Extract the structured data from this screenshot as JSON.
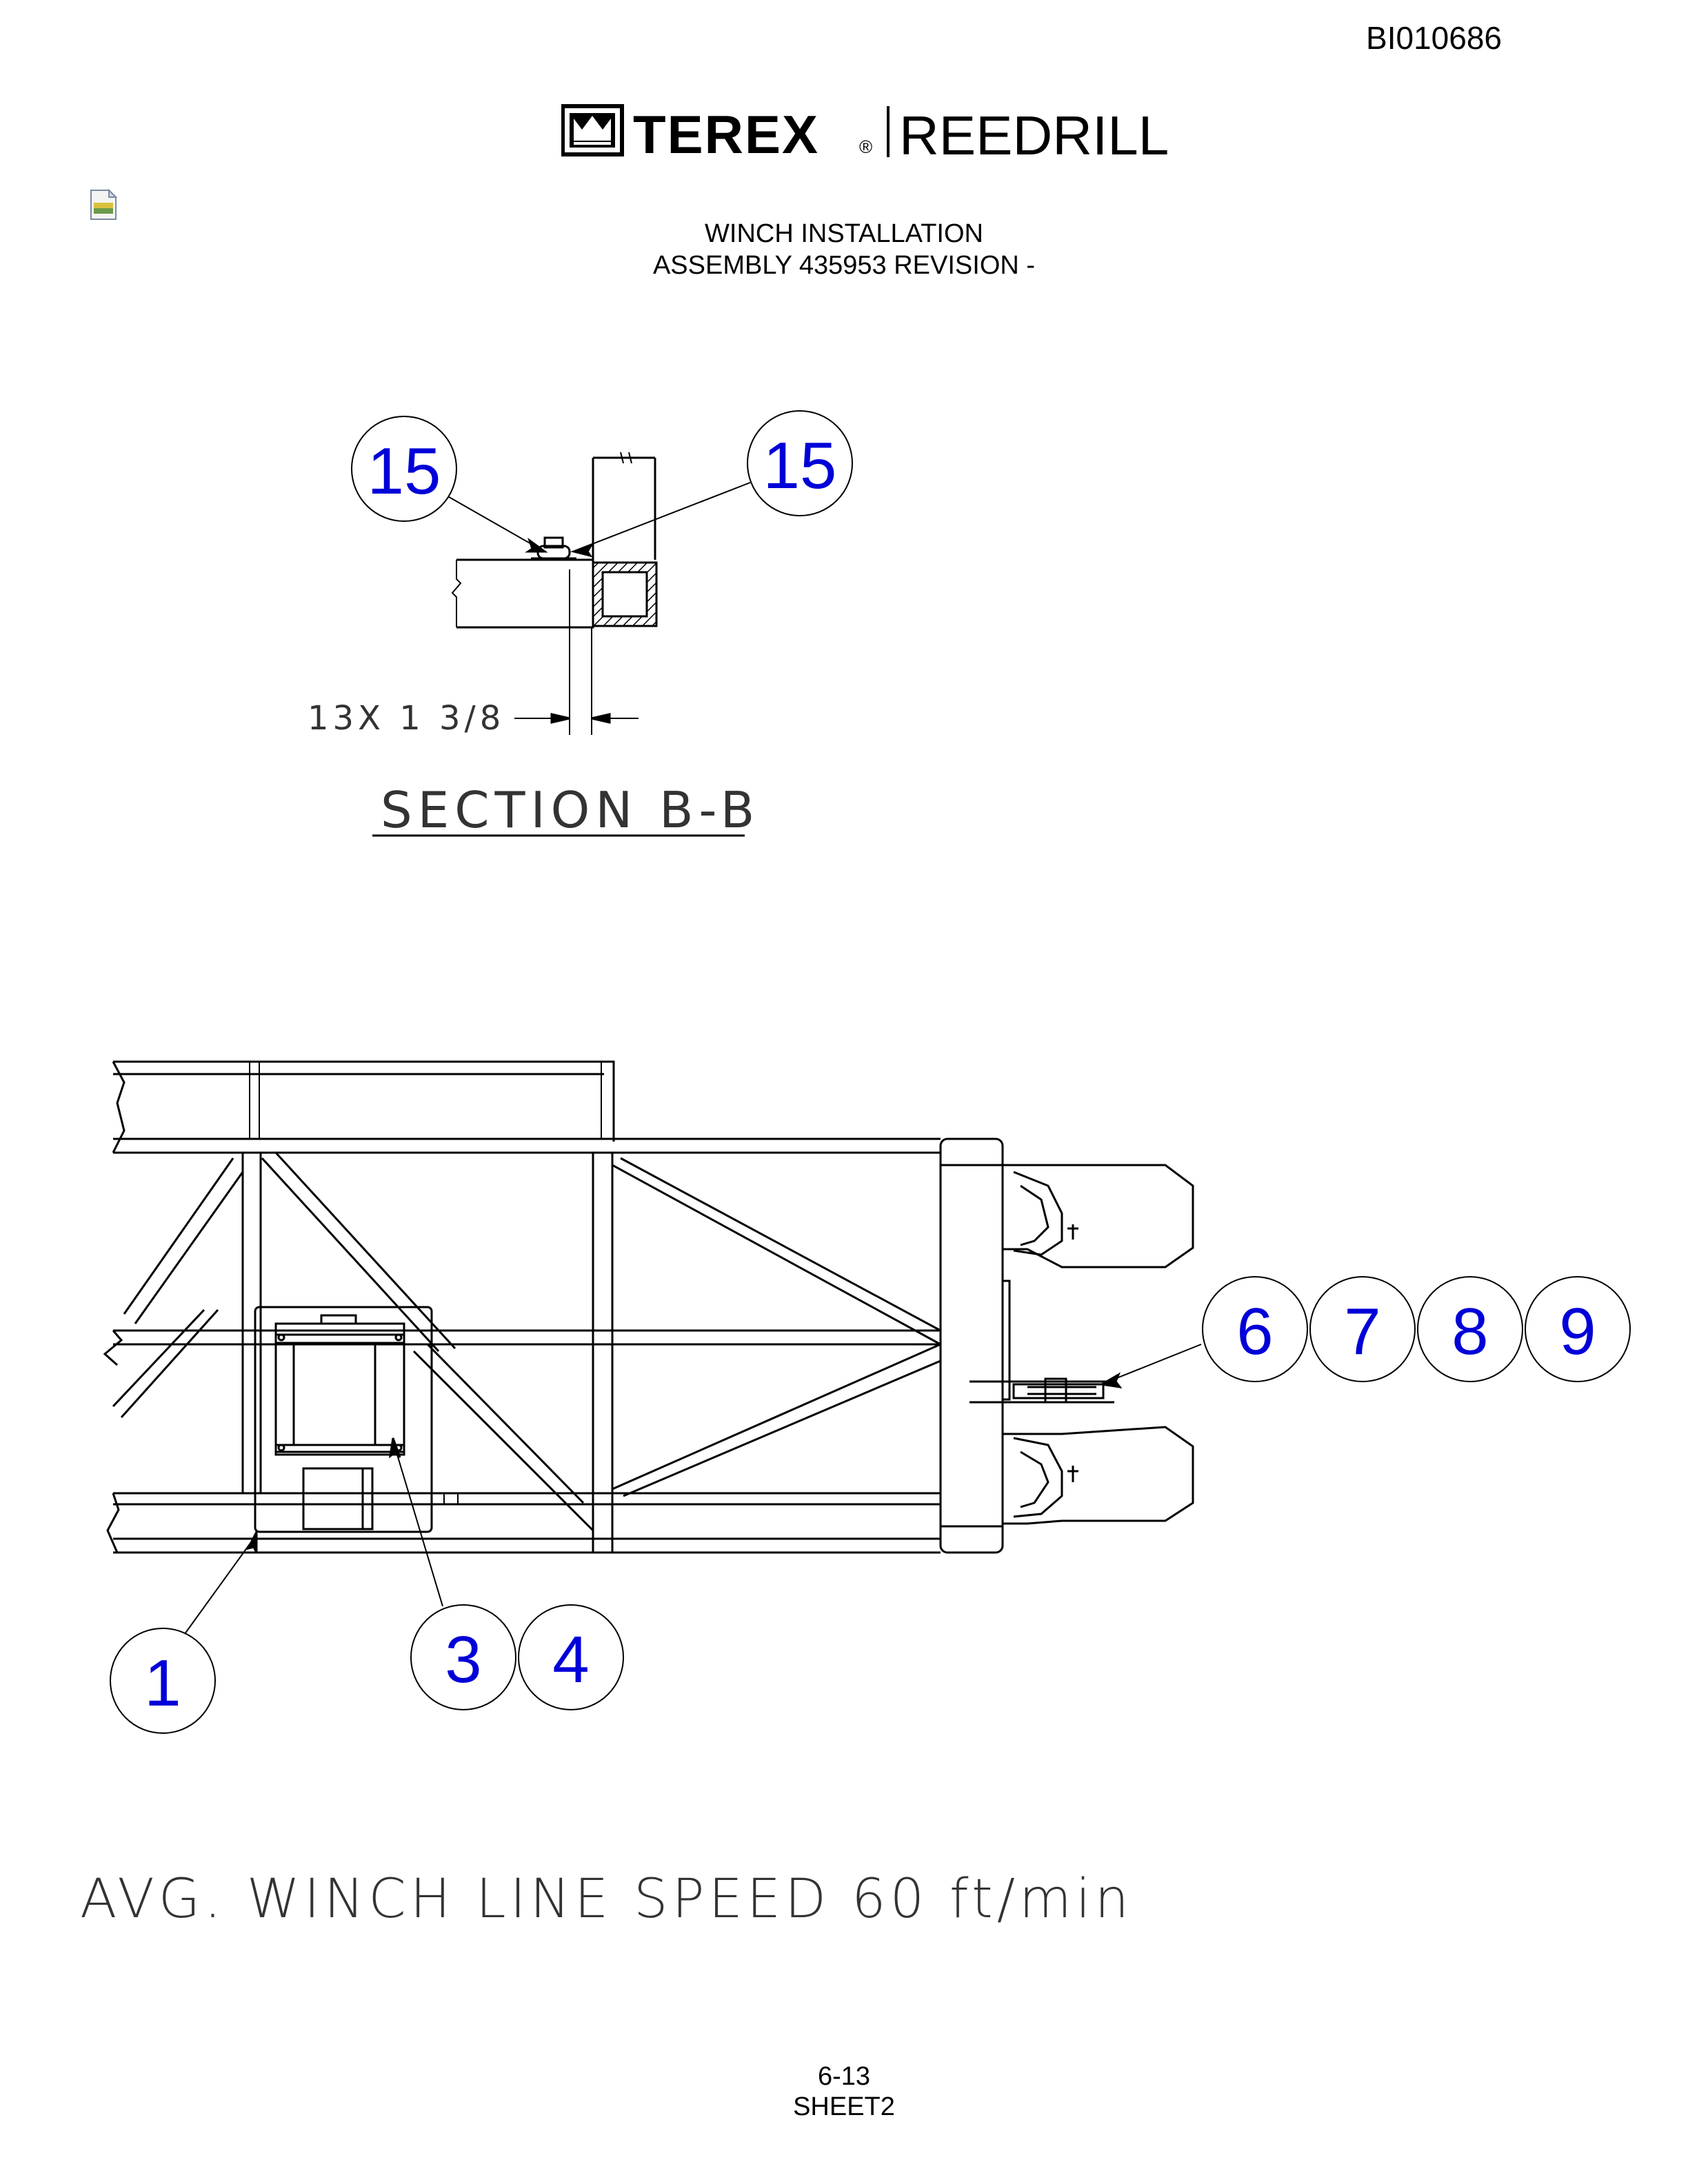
{
  "doc_id": "BI010686",
  "logo": {
    "brand": "TEREX",
    "registered": "®",
    "product": "REEDRILL"
  },
  "title": {
    "line1": "WINCH INSTALLATION",
    "line2": "ASSEMBLY 435953 REVISION -"
  },
  "section": {
    "label": "SECTION B-B",
    "dimension": "13X 1 3/8",
    "balloons": [
      "15",
      "15"
    ]
  },
  "main_view": {
    "balloons": [
      "1",
      "3",
      "4",
      "6",
      "7",
      "8",
      "9"
    ]
  },
  "note": "AVG. WINCH LINE SPEED 60 ft/min",
  "footer": {
    "page": "6-13",
    "sheet": "SHEET2"
  },
  "colors": {
    "balloon_text": "#0000d8",
    "line": "#000000"
  },
  "icons": {
    "doc": "document-icon",
    "logo": "terex-crown-icon"
  }
}
